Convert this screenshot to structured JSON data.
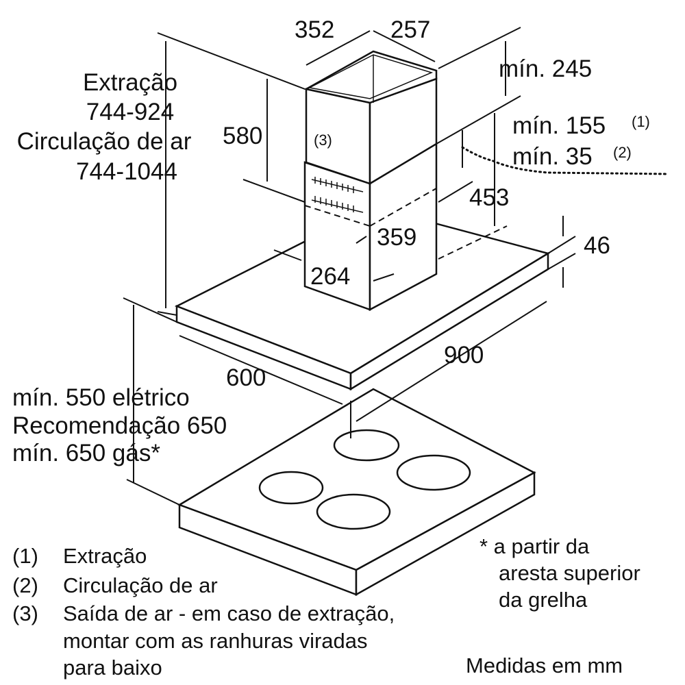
{
  "dimensions": {
    "d352": "352",
    "d257": "257",
    "d245": "mín. 245",
    "d155": "mín. 155",
    "d155_note": "(1)",
    "d35": "mín. 35",
    "d35_note": "(2)",
    "d580": "580",
    "d453": "453",
    "d359": "359",
    "d264": "264",
    "d46": "46",
    "d900": "900",
    "d600": "600",
    "grille_marker": "(3)"
  },
  "height_label": [
    "Extração",
    "744-924",
    "Circulação de ar",
    "744-1044"
  ],
  "clearance_label": [
    "mín. 550 elétrico",
    "Recomendação 650",
    "mín. 650 gás*"
  ],
  "footnote": [
    "* a partir da",
    "aresta superior",
    "da grelha"
  ],
  "legend": [
    {
      "num": "(1)",
      "text": "Extração"
    },
    {
      "num": "(2)",
      "text": "Circulação de ar"
    },
    {
      "num": "(3)",
      "text": "Saída de ar - em caso de extração,"
    },
    {
      "num": "",
      "text": "montar com as ranhuras viradas"
    },
    {
      "num": "",
      "text": "para baixo"
    }
  ],
  "units": "Medidas em mm"
}
